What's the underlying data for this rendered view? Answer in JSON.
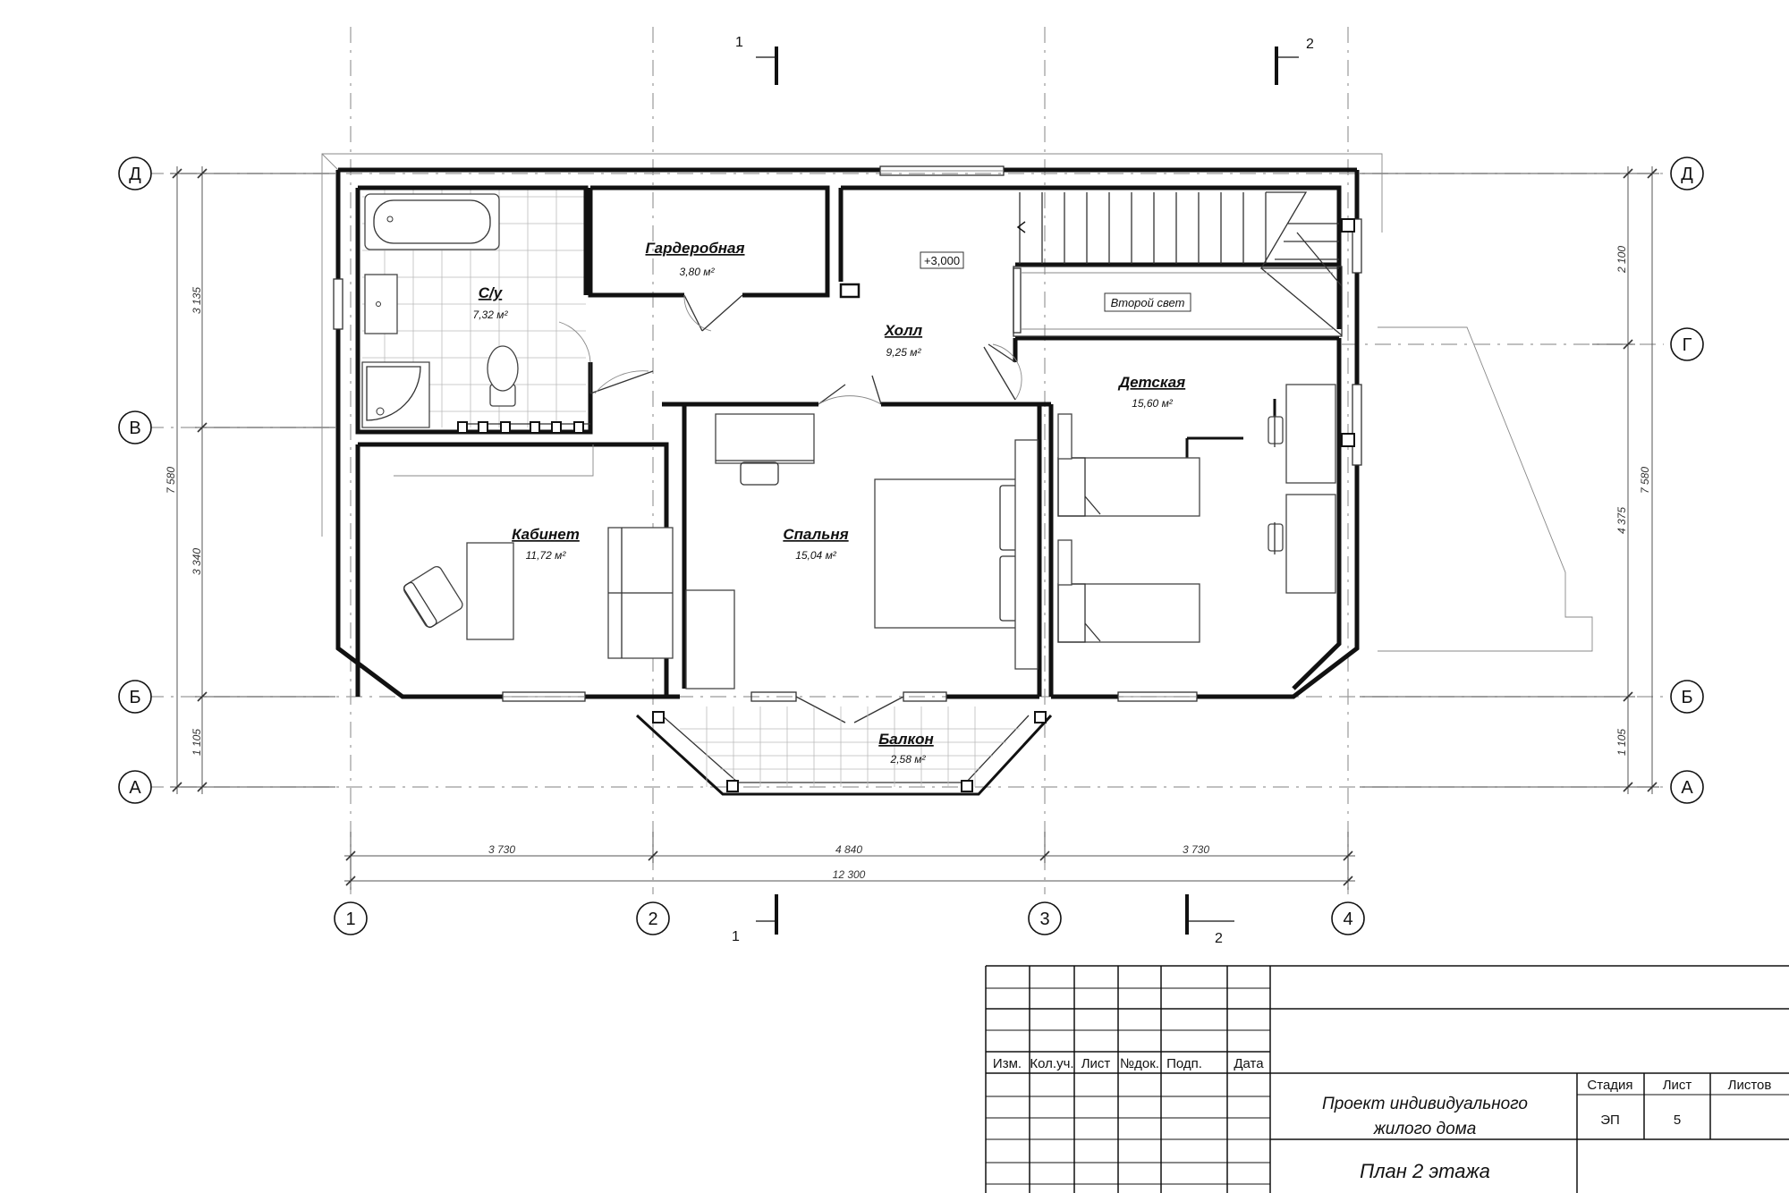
{
  "axes": {
    "vertical": [
      "1",
      "2",
      "3",
      "4"
    ],
    "horizontal": [
      "Д",
      "Г",
      "В",
      "Б",
      "А"
    ]
  },
  "sections": [
    "1",
    "2"
  ],
  "dimensions": {
    "bottom_segments": [
      "3 730",
      "4 840",
      "3 730"
    ],
    "bottom_total": "12 300",
    "left_segments": [
      "3 135",
      "3 340",
      "1 105"
    ],
    "left_total": "7 580",
    "right_segments": [
      "2 100",
      "4 375",
      "1 105"
    ],
    "right_total": "7 580"
  },
  "level_mark": "+3,000",
  "second_light": "Второй свет",
  "rooms": [
    {
      "name": "Гардеробная",
      "area": "3,80 м²"
    },
    {
      "name": "С/у",
      "area": "7,32 м²"
    },
    {
      "name": "Холл",
      "area": "9,25 м²"
    },
    {
      "name": "Детская",
      "area": "15,60 м²"
    },
    {
      "name": "Кабинет",
      "area": "11,72 м²"
    },
    {
      "name": "Спальня",
      "area": "15,04 м²"
    },
    {
      "name": "Балкон",
      "area": "2,58 м²"
    }
  ],
  "stamp": {
    "headers": [
      "Изм.",
      "Кол.уч.",
      "Лист",
      "№док.",
      "Подп.",
      "Дата"
    ],
    "stage_header": "Стадия",
    "sheet_header": "Лист",
    "sheets_header": "Листов",
    "stage_value": "ЭП",
    "sheet_value": "5",
    "project_line1": "Проект индивидуального",
    "project_line2": "жилого дома",
    "drawing_title": "План 2 этажа"
  }
}
